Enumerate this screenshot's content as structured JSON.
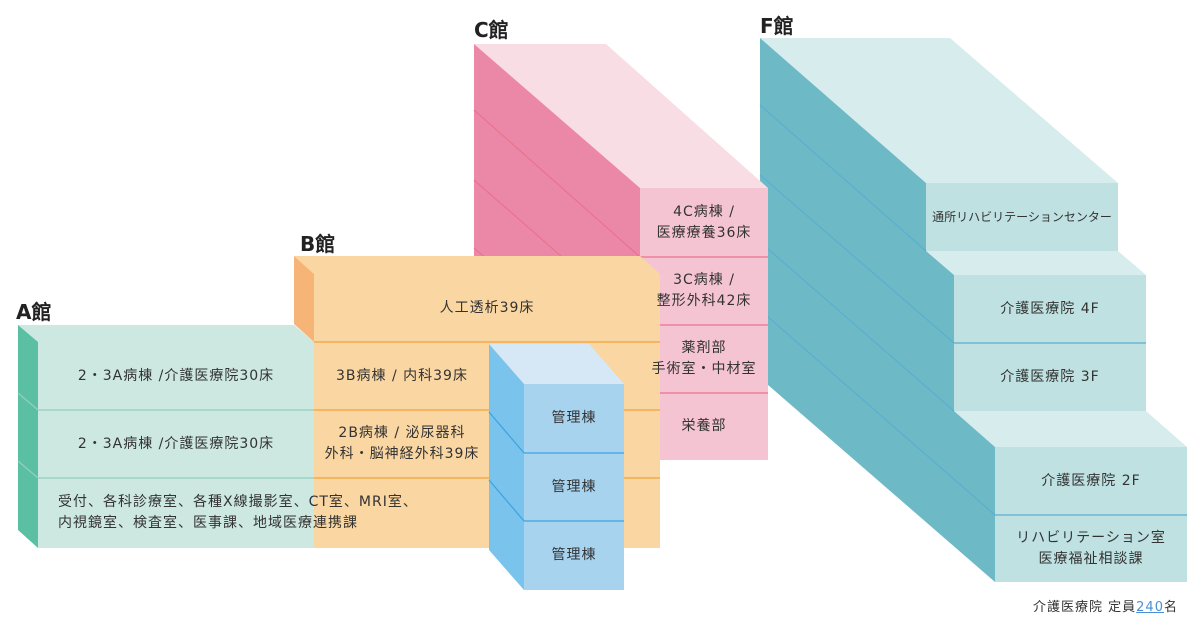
{
  "buildings": {
    "a": {
      "title": "A館",
      "floors": [
        "2・3A病棟 /介護医療院30床",
        "2・3A病棟 /介護医療院30床",
        "受付、各科診療室、各種X線撮影室、CT室、MRI室、\n内視鏡室、検査室、医事課、地域医療連携課"
      ]
    },
    "b": {
      "title": "B館",
      "floors": [
        "人工透析39床",
        "3B病棟 / 内科39床",
        "2B病棟 / 泌尿器科\n外科・脳神経外科39床"
      ]
    },
    "admin": {
      "floors": [
        "管理棟",
        "管理棟",
        "管理棟"
      ]
    },
    "c": {
      "title": "C館",
      "floors": [
        "4C病棟 /\n医療療養36床",
        "3C病棟 /\n整形外科42床",
        "薬剤部\n手術室・中材室",
        "栄養部"
      ]
    },
    "f": {
      "title": "F館",
      "floors": [
        "通所リハビリテーションセンター",
        "介護医療院 4F",
        "介護医療院 3F",
        "介護医療院 2F",
        "リハビリテーション室\n医療福祉相談課"
      ]
    }
  },
  "footer": {
    "prefix": "介護医療院 定員",
    "number": "240",
    "suffix": "名"
  },
  "colors": {
    "a_front": "#cde8e0",
    "a_side": "#5bbfa3",
    "a_line": "#93cfbf",
    "b_front": "#f9d6a2",
    "b_side": "#f6b476",
    "b_line": "#f3a23c",
    "admin_front": "#a8d3ef",
    "admin_side": "#79c3ec",
    "admin_top": "#d6e8f6",
    "admin_line": "#3aa3e0",
    "c_front": "#f5c4d2",
    "c_side": "#ec88a7",
    "c_top": "#f9dde5",
    "c_line": "#e9728f",
    "f_front": "#bfe1e1",
    "f_side": "#6dbac6",
    "f_top": "#d7ecec",
    "f_line": "#5aaed0"
  }
}
